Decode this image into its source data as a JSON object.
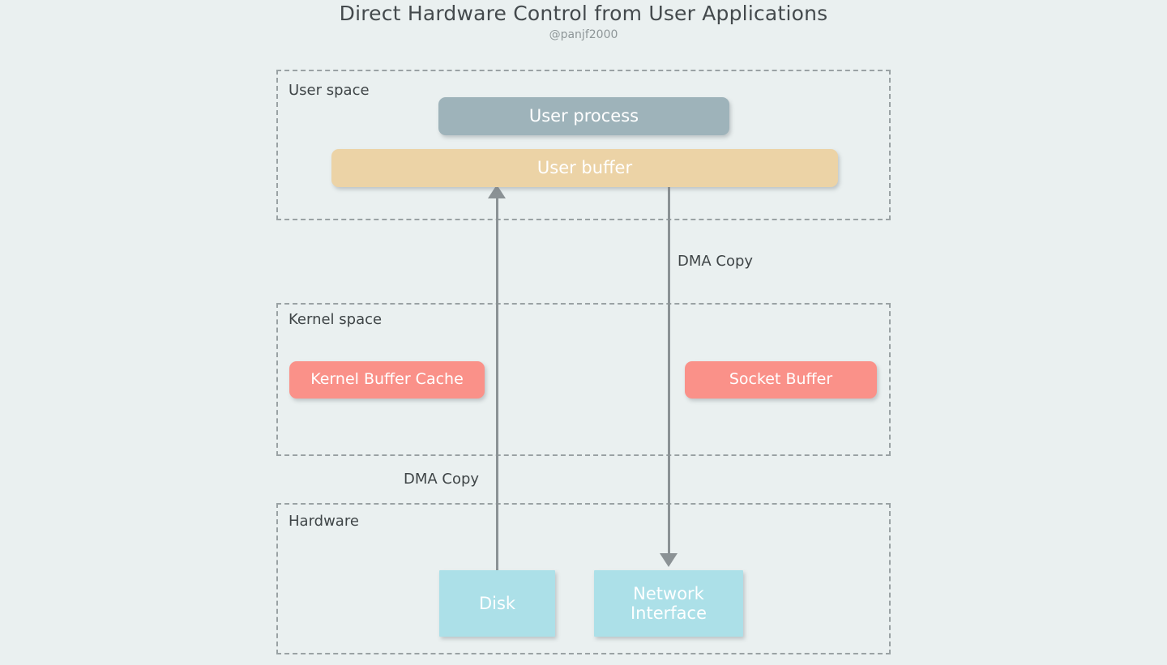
{
  "header": {
    "title": "Direct Hardware Control from User Applications",
    "subtitle": "@panjf2000"
  },
  "zones": [
    {
      "id": "user-space",
      "label": "User space"
    },
    {
      "id": "kernel-space",
      "label": "Kernel space"
    },
    {
      "id": "hardware",
      "label": "Hardware"
    }
  ],
  "boxes": {
    "user_process": "User process",
    "user_buffer": "User buffer",
    "kernel_buffer_cache": "Kernel Buffer Cache",
    "socket_buffer": "Socket Buffer",
    "disk": "Disk",
    "network_interface_line1": "Network",
    "network_interface_line2": "Interface"
  },
  "connectors": [
    {
      "id": "disk-to-user-buffer",
      "label": "DMA Copy",
      "direction": "up"
    },
    {
      "id": "user-buffer-to-network",
      "label": "DMA Copy",
      "direction": "down"
    }
  ],
  "colors": {
    "background": "#eaf0f0",
    "user_process": "#9eb3ba",
    "user_buffer": "#ecd3a6",
    "kernel_box": "#fa9189",
    "hardware_box": "#ace0e8",
    "zone_border": "#9aa2a4",
    "connector": "#8b9295",
    "title_text": "#444a4d",
    "subtitle_text": "#8e9698"
  }
}
